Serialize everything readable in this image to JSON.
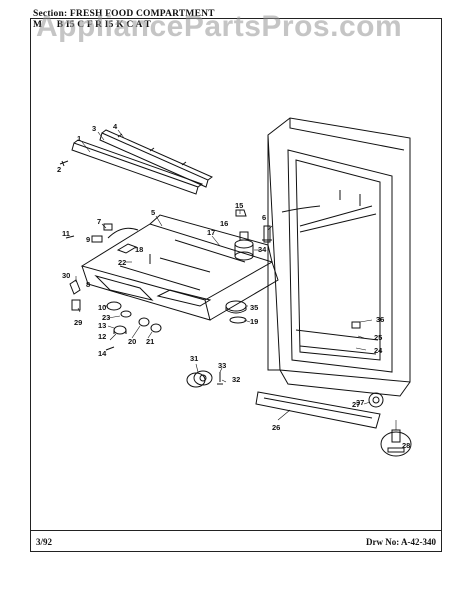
{
  "header": {
    "section_label": "Section:",
    "section_title": "FRESH FOOD COMPARTMENT",
    "model_label": "M",
    "model_text": "B I5 C   F R I5 K C A T"
  },
  "watermark": "AppliancePartsPros.com",
  "footer": {
    "date": "3/92",
    "drawing_no": "Drw No: A-42-340"
  },
  "callouts": [
    "1",
    "2",
    "3",
    "4",
    "5",
    "6",
    "7",
    "8",
    "9",
    "10",
    "11",
    "12",
    "13",
    "14",
    "15",
    "16",
    "17",
    "18",
    "19",
    "20",
    "21",
    "22",
    "23",
    "24",
    "25",
    "26",
    "27",
    "28",
    "29",
    "30",
    "31",
    "32",
    "33",
    "34",
    "35",
    "36",
    "37"
  ],
  "colors": {
    "ink": "#111111",
    "watermark": "#969696"
  }
}
